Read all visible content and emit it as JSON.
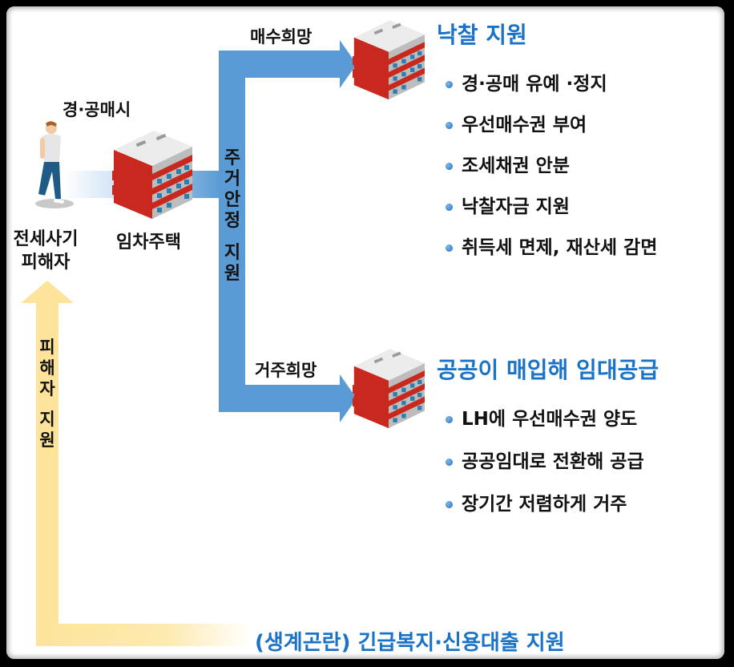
{
  "diagram": {
    "title_context": "전세사기 피해자 지원 흐름도",
    "colors": {
      "background": "#000000",
      "panel": "#ffffff",
      "blue_arrow": "#5b9bd5",
      "blue_title": "#1a73c6",
      "yellow_arrow": "#fde49a",
      "building_red": "#c8281e",
      "building_gray": "#bfbfbf",
      "text": "#111111"
    },
    "nodes": {
      "victim": {
        "label_line1": "전세사기",
        "label_line2": "피해자",
        "icon": "person-walking-icon"
      },
      "auction_label": "경·공매시",
      "rental_house": {
        "label": "임차주택",
        "icon": "apartment-building-icon"
      }
    },
    "flows": {
      "housing_support": "주거안정 지원",
      "housing_support_chars": [
        "주",
        "거",
        "안",
        "정",
        " ",
        "지",
        "원"
      ],
      "purchase_wish": "매수희망",
      "residence_wish": "거주희망",
      "victim_support_chars": [
        "피",
        "해",
        "자",
        " ",
        "지",
        "원"
      ],
      "victim_support": "피해자 지원",
      "bottom_support": "(생계곤란) 긴급복지·신용대출 지원"
    },
    "branches": [
      {
        "title": "낙찰 지원",
        "icon": "apartment-building-icon",
        "items": [
          "경·공매 유예 ·정지",
          "우선매수권 부여",
          "조세채권 안분",
          "낙찰자금 지원",
          "취득세 면제, 재산세 감면"
        ]
      },
      {
        "title": "공공이 매입해 임대공급",
        "icon": "apartment-building-icon",
        "items": [
          "LH에 우선매수권 양도",
          "공공임대로 전환해 공급",
          "장기간 저렴하게 거주"
        ]
      }
    ]
  }
}
